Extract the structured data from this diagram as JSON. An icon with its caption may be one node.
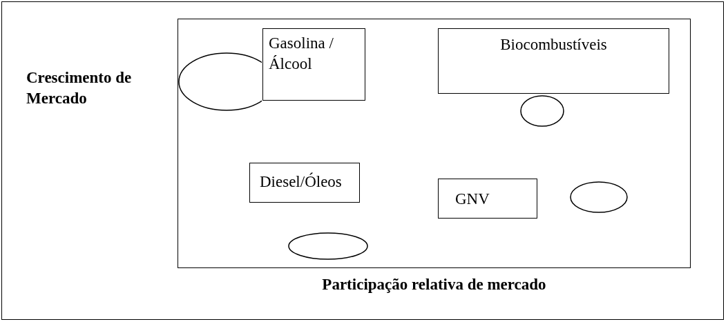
{
  "diagram": {
    "nodes": [
      {
        "text": [],
        "shape": "box"
      },
      {
        "text": [],
        "shape": "ellipse",
        "in": 0
      },
      {
        "text": [
          "Gasolina / Álcool"
        ],
        "in": 0
      },
      {
        "text": [
          "Biocombustíveis"
        ],
        "in": 0
      },
      {
        "text": [],
        "shape": "ellipse",
        "in": 0
      },
      {
        "text": [
          "Diesel/Óleos"
        ],
        "in": 0
      },
      {
        "text": [
          "GNV"
        ],
        "in": 0
      },
      {
        "text": [],
        "shape": "ellipse",
        "in": 0
      },
      {
        "text": [],
        "shape": "ellipse",
        "in": 0
      }
    ],
    "labels": [
      "Crescimento de Mercado",
      "Participação relativa de mercado"
    ]
  }
}
